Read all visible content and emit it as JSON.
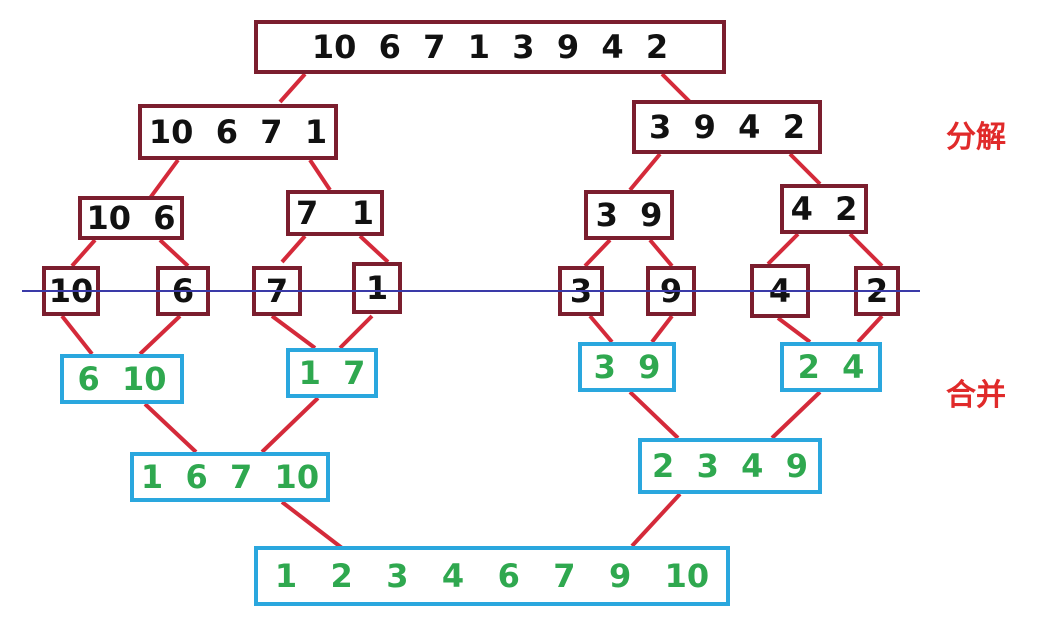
{
  "colors": {
    "split_border": "#7b1e2e",
    "split_text": "#111111",
    "merge_border": "#2aa7de",
    "merge_text": "#2fa84f",
    "connector": "#d42a3a",
    "divider": "#3a3aa8",
    "label": "#e02a2a"
  },
  "labels": {
    "split": "分解",
    "merge": "合并"
  },
  "split": {
    "level0": [
      "10  6  7  1  3  9  4  2"
    ],
    "level1": [
      "10  6  7  1",
      "3  9  4  2"
    ],
    "level2": [
      "10  6",
      "7   1",
      "3  9",
      "4  2"
    ],
    "level3": [
      "10",
      "6",
      "7",
      "1",
      "3",
      "9",
      "4",
      "2"
    ]
  },
  "merge": {
    "level1": [
      "6  10",
      "1  7",
      "3  9",
      "2  4"
    ],
    "level2": [
      "1  6  7  10",
      "2  3  4  9"
    ],
    "level3": [
      "1   2   3   4   6   7   9   10"
    ]
  }
}
